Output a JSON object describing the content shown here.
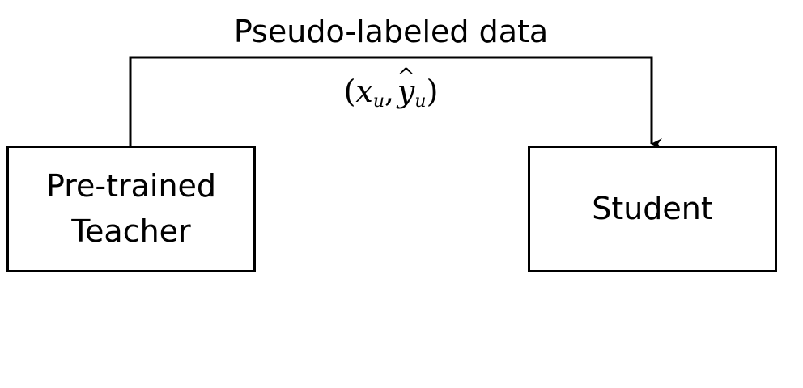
{
  "edge": {
    "label": "Pseudo-labeled data",
    "math": {
      "open": "(",
      "x": "x",
      "x_sub": "u",
      "comma": ",",
      "hat": "^",
      "y": "y",
      "y_sub": "u",
      "close": ")"
    }
  },
  "nodes": {
    "teacher": {
      "line1": "Pre-trained",
      "line2": "Teacher"
    },
    "student": {
      "label": "Student"
    }
  }
}
